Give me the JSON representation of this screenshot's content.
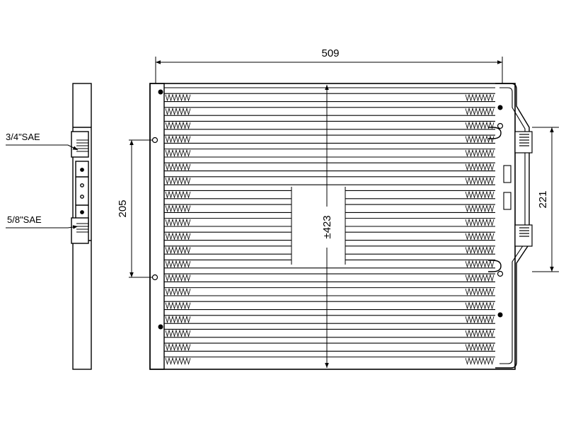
{
  "dimensions": {
    "width": "509",
    "height": "±423",
    "mount_spacing": "205",
    "port_spacing": "221"
  },
  "fittings": {
    "upper_port": "3/4\"SAE",
    "lower_port": "5/8\"SAE"
  },
  "drawing": {
    "tube_count": 20,
    "line_color": "#000000",
    "background": "#ffffff"
  }
}
